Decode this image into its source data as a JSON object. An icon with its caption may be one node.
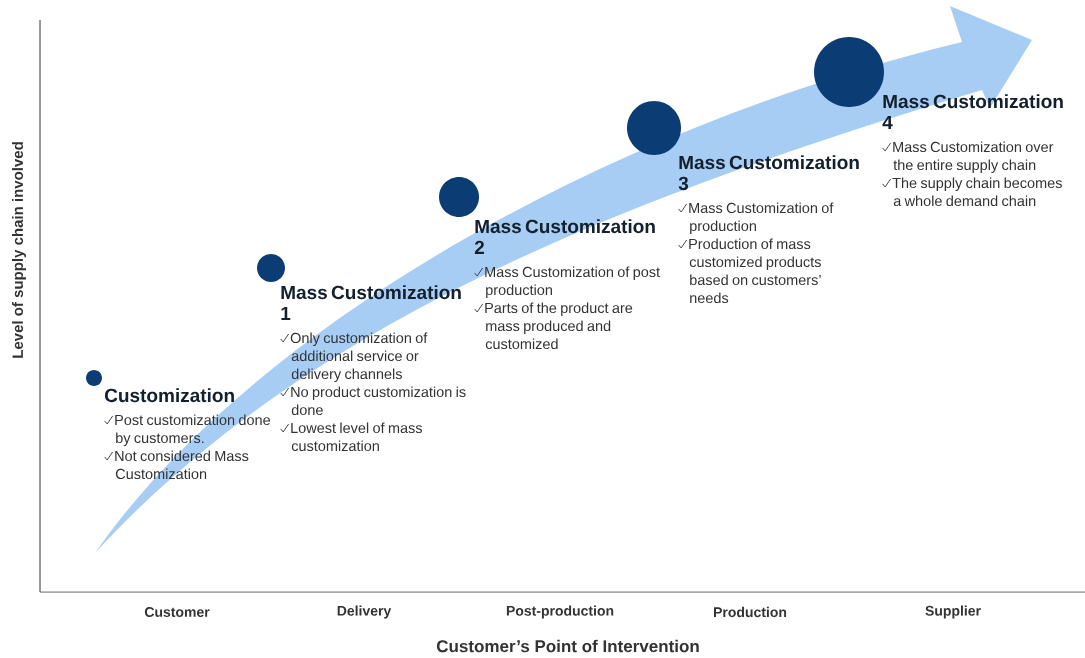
{
  "diagram": {
    "nodes": [
      {
        "text": [
          "Customization",
          "Post customization done by customers.",
          "Not considered Mass Customization"
        ]
      },
      {
        "text": [
          "Mass Customization 1",
          "Only customization of additional service or delivery channels",
          "No product customization is done",
          "Lowest level of mass customization"
        ]
      },
      {
        "text": [
          "Mass Customization 2",
          "Mass Customization of post production",
          "Parts of the product are mass produced and customized"
        ]
      },
      {
        "text": [
          "Mass Customization 3",
          "Mass Customization of production",
          "Production of mass customized products based on customers’ needs"
        ]
      },
      {
        "text": [
          "Mass Customization 4",
          "Mass Customization over the entire supply chain",
          "The supply chain becomes a whole demand chain"
        ]
      }
    ],
    "labels": [
      "Level of supply chain involved",
      "Customer",
      "Delivery",
      "Post-production",
      "Production",
      "Supplier",
      "Customer’s Point of Intervention"
    ]
  }
}
